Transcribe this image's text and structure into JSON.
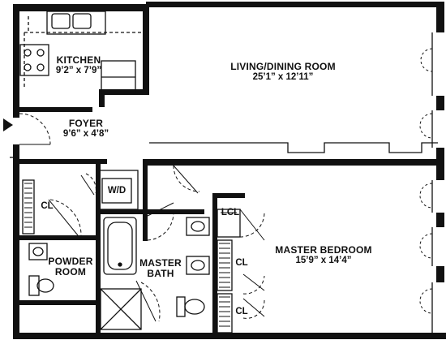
{
  "rooms": {
    "kitchen": {
      "name": "KITCHEN",
      "dim": "9’2” x 7’9”"
    },
    "living_dining": {
      "name": "LIVING/DINING ROOM",
      "dim": "25’1” x 12’11”"
    },
    "foyer": {
      "name": "FOYER",
      "dim": "9’6” x 4’8”"
    },
    "master_bedroom": {
      "name": "MASTER BEDROOM",
      "dim": "15’9” x 14’4”"
    },
    "powder_room": {
      "line1": "POWDER",
      "line2": "ROOM"
    },
    "master_bath": {
      "line1": "MASTER",
      "line2": "BATH"
    }
  },
  "closets": {
    "cl_left": "CL",
    "lcl": "LCL",
    "cl_bed_1": "CL",
    "cl_bed_2": "CL",
    "washer_dryer": "W/D"
  },
  "colors": {
    "wall": "#111111",
    "background": "#ffffff"
  }
}
